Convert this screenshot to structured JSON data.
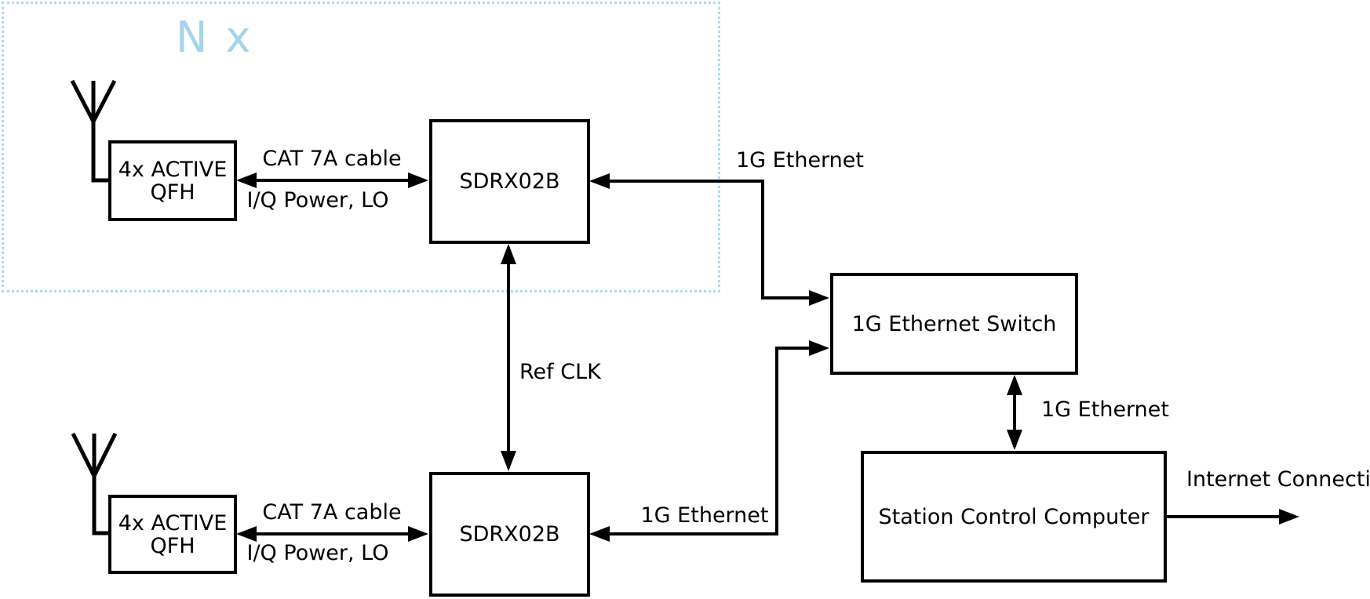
{
  "group": {
    "label": "N x"
  },
  "nodes": {
    "qfh_top": {
      "line1": "4x ACTIVE",
      "line2": "QFH"
    },
    "sdrx_top": {
      "label": "SDRX02B"
    },
    "qfh_bottom": {
      "line1": "4x ACTIVE",
      "line2": "QFH"
    },
    "sdrx_bottom": {
      "label": "SDRX02B"
    },
    "ethernet_switch": {
      "label": "1G Ethernet Switch"
    },
    "station_computer": {
      "label": "Station Control Computer"
    }
  },
  "edges": {
    "cat7a_top": {
      "label_above": "CAT 7A cable",
      "label_below": "I/Q Power, LO"
    },
    "cat7a_bottom": {
      "label_above": "CAT 7A cable",
      "label_below": "I/Q Power, LO"
    },
    "ethernet_top": {
      "label": "1G Ethernet"
    },
    "ethernet_bottom": {
      "label": "1G Ethernet"
    },
    "ref_clk": {
      "label": "Ref CLK"
    },
    "ethernet_switch_station": {
      "label": "1G Ethernet"
    },
    "internet": {
      "label": "Internet Connection"
    }
  },
  "colors": {
    "accent_blue": "#a5d4ea",
    "dotted_border_blue": "#abdcec",
    "line_black": "#000000",
    "background": "#ffffff"
  }
}
